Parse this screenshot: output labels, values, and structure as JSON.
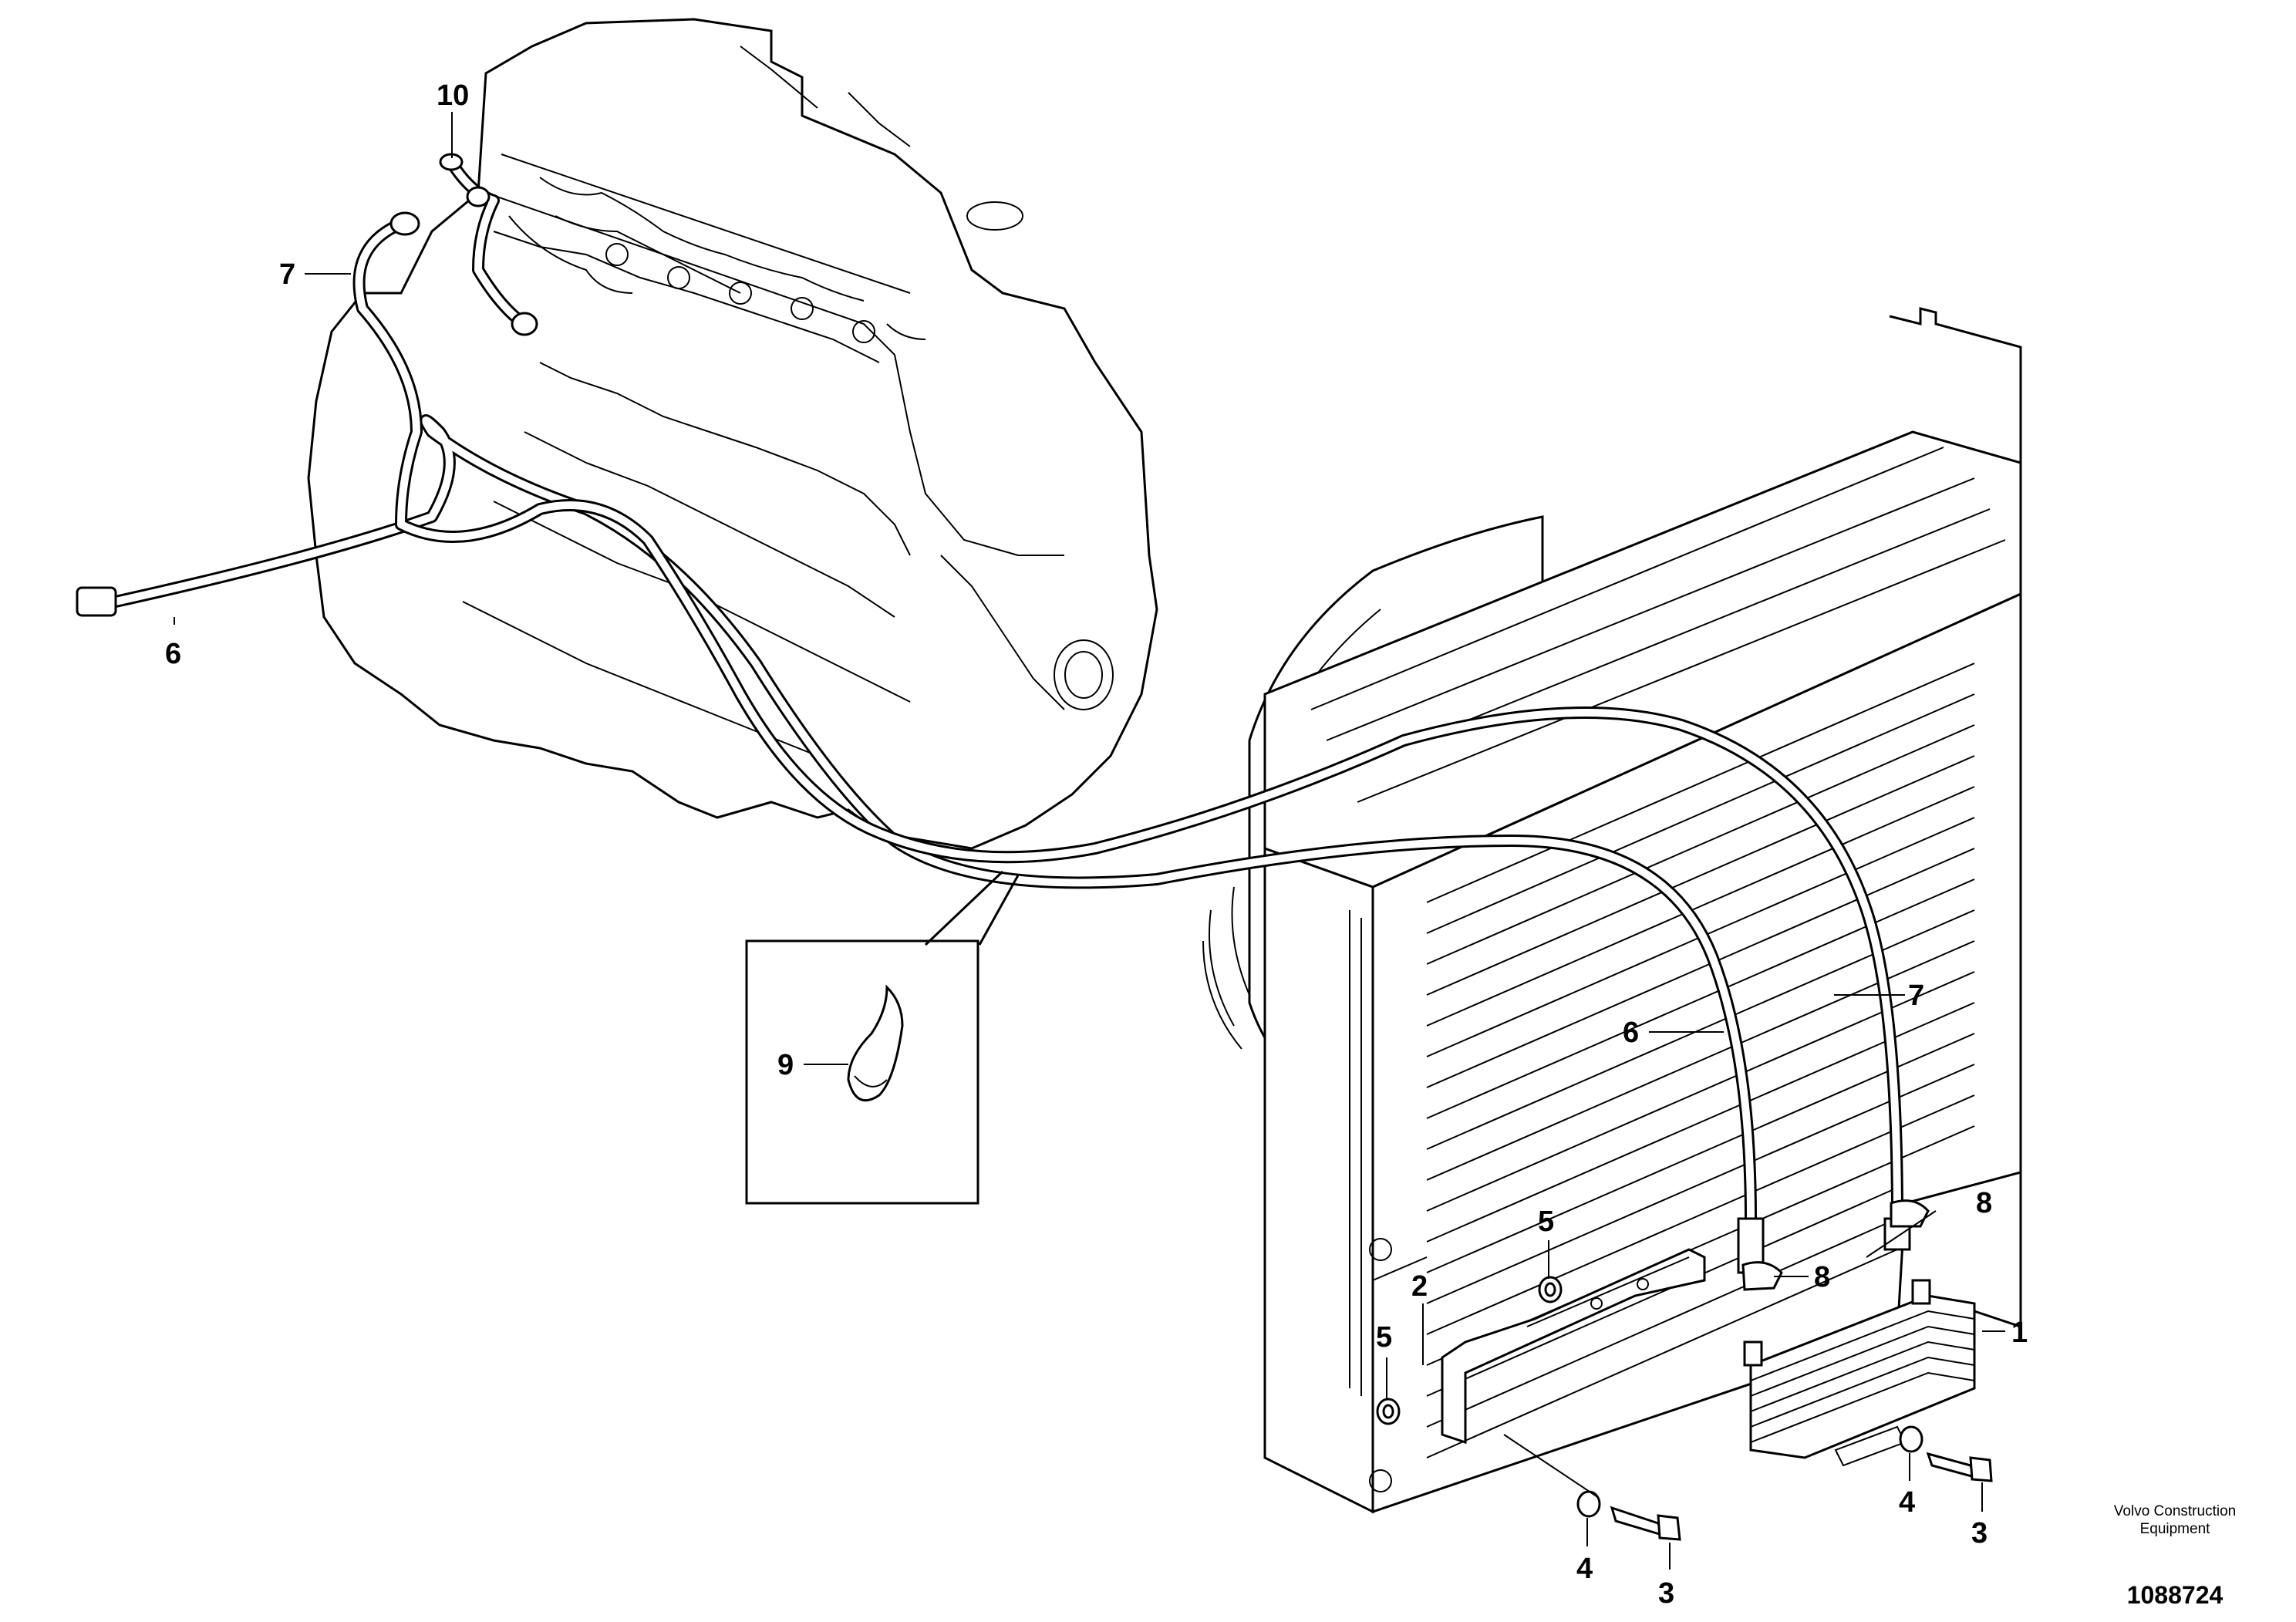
{
  "callouts": [
    {
      "id": "c10a",
      "label": "10"
    },
    {
      "id": "c7a",
      "label": "7"
    },
    {
      "id": "c6a",
      "label": "6"
    },
    {
      "id": "c9",
      "label": "9"
    },
    {
      "id": "c6b",
      "label": "6"
    },
    {
      "id": "c7b",
      "label": "7"
    },
    {
      "id": "c8a",
      "label": "8"
    },
    {
      "id": "c8b",
      "label": "8"
    },
    {
      "id": "c5a",
      "label": "5"
    },
    {
      "id": "c2",
      "label": "2"
    },
    {
      "id": "c5b",
      "label": "5"
    },
    {
      "id": "c1",
      "label": "1"
    },
    {
      "id": "c4a",
      "label": "4"
    },
    {
      "id": "c3a",
      "label": "3"
    },
    {
      "id": "c4b",
      "label": "4"
    },
    {
      "id": "c3b",
      "label": "3"
    }
  ],
  "footer": {
    "company_line1": "Volvo Construction",
    "company_line2": "Equipment",
    "drawing_number": "1088724"
  }
}
